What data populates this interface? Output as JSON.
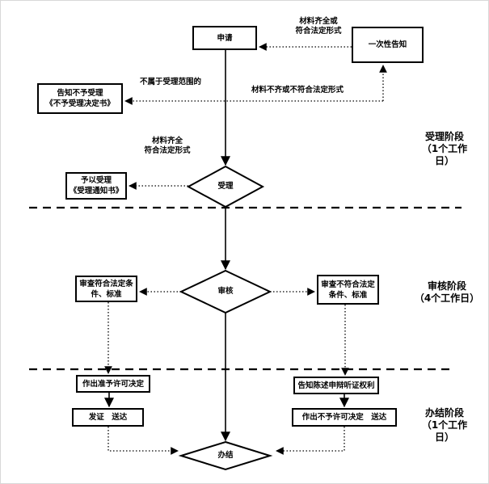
{
  "diagram": {
    "boxes": {
      "apply": "申请",
      "notify_once": "一次性告知",
      "reject_notice": "告知不予受理\n《不予受理决定书》",
      "accept_notice": "予以受理\n《受理通知书》",
      "review_pass": "审查符合法定条\n件、标准",
      "review_fail": "审查不符合法定\n条件、标准",
      "grant_decision": "作出准予许可决定",
      "issue_deliver": "发证　送达",
      "hearing_rights": "告知陈述申辩听证权利",
      "deny_deliver": "作出不予许可决定　送达"
    },
    "diamonds": {
      "accept": "受理",
      "review": "审核",
      "close": "办结"
    },
    "edge_labels": {
      "materials_complete_top": "材料齐全或\n符合法定形式",
      "not_in_scope": "不属于受理范围的",
      "materials_incomplete": "材料不齐或不符合法定形式",
      "materials_complete_mid": "材料齐全\n符合法定形式"
    },
    "stages": {
      "accept_stage": "受理阶段\n（1个工作\n日）",
      "review_stage": "审核阶段\n（4个工作日）",
      "close_stage": "办结阶段\n（1个工作\n日）"
    },
    "colors": {
      "line": "#000000",
      "background": "#ffffff"
    }
  }
}
